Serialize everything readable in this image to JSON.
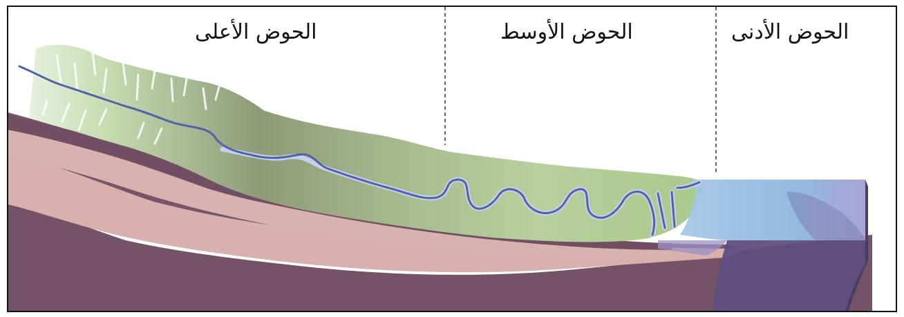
{
  "labels": {
    "upper": "الحوض الأعلى",
    "middle": "الحوض الأوسط",
    "lower": "الحوض الأدنى"
  },
  "colors": {
    "rock_dark": "#725263",
    "rock_light": "#d7b0ad",
    "valley_green": "#b9d4a4",
    "valley_olive": "#8f9b79",
    "river": "#5568a8",
    "river_channel": "#b9c6e3",
    "sea": "#9bc2e4",
    "sea_deep": "#8b7fb8"
  }
}
